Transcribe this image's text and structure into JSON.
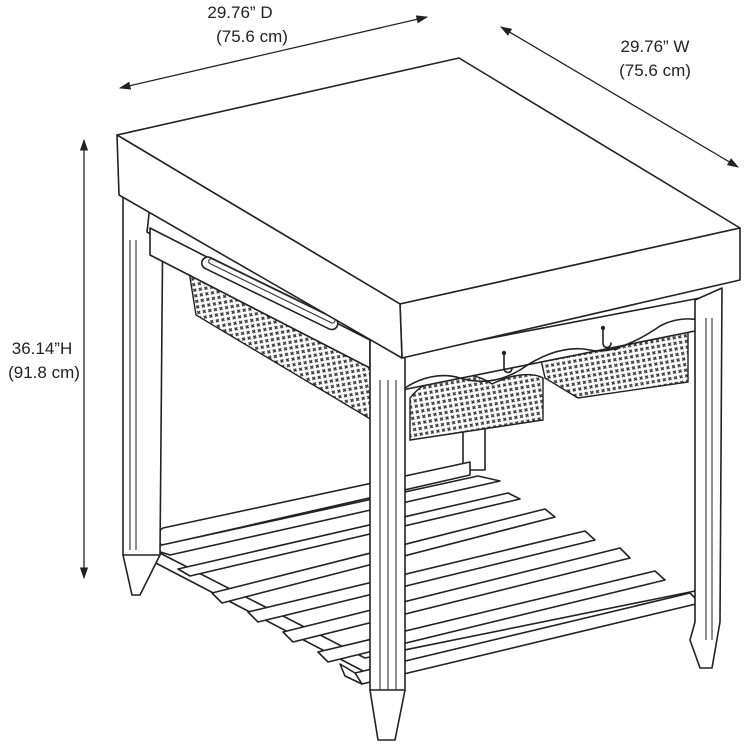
{
  "dimensions": {
    "depth": {
      "primary": "29.76” D",
      "secondary": "(75.6 cm)"
    },
    "width": {
      "primary": "29.76” W",
      "secondary": "(75.6 cm)"
    },
    "height": {
      "primary": "36.14”H",
      "secondary": "(91.8 cm)"
    }
  },
  "colors": {
    "line": "#222222",
    "background": "#ffffff"
  },
  "shelf": {
    "slat_count": 7
  }
}
